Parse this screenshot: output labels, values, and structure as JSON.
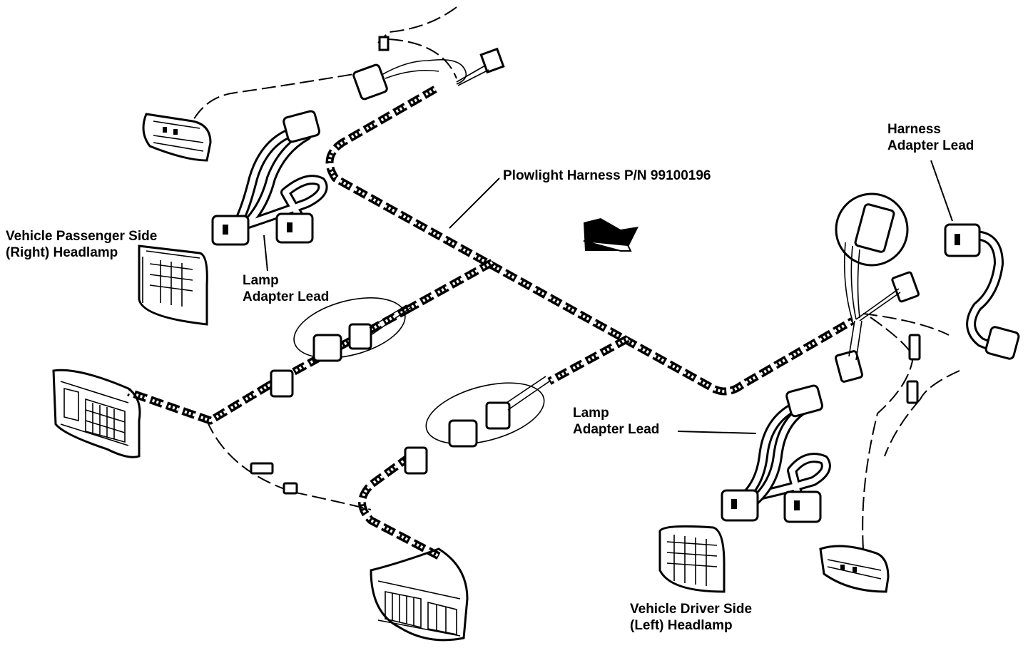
{
  "labels": {
    "harness": "Plowlight Harness P/N 99100196",
    "harness_adapter_line1": "Harness",
    "harness_adapter_line2": "Adapter Lead",
    "passenger_line1": "Vehicle Passenger Side",
    "passenger_line2": "(Right) Headlamp",
    "lamp_adapter_top_line1": "Lamp",
    "lamp_adapter_top_line2": "Adapter Lead",
    "lamp_adapter_bottom_line1": "Lamp",
    "lamp_adapter_bottom_line2": "Adapter Lead",
    "driver_line1": "Vehicle Driver Side",
    "driver_line2": "(Left) Headlamp"
  }
}
